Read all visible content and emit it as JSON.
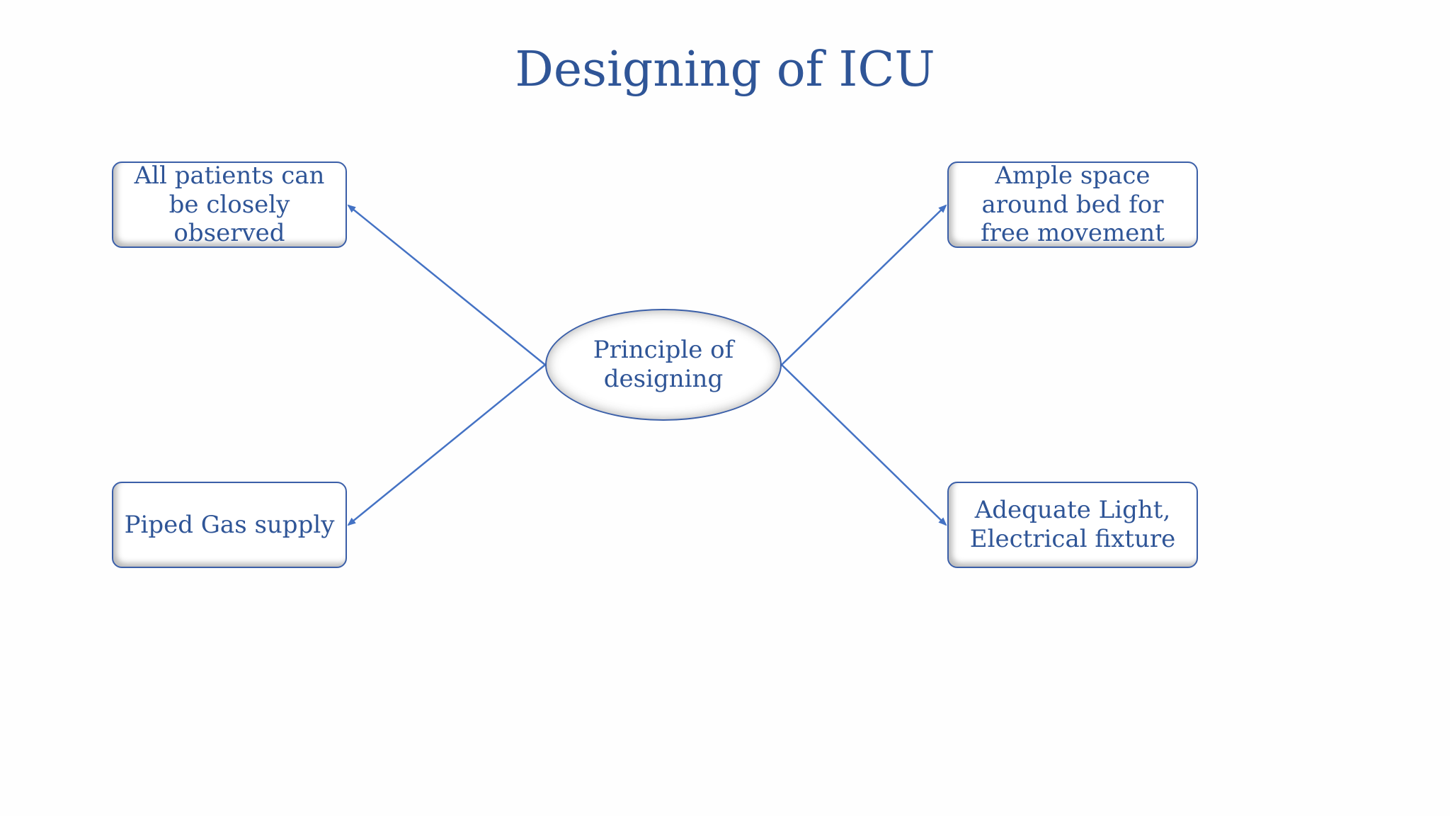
{
  "title": "Designing of ICU",
  "center": {
    "label": "Principle of designing"
  },
  "nodes": {
    "top_left": "All patients can be closely observed",
    "top_right": "Ample space around bed for free movement",
    "bottom_left": "Piped Gas supply",
    "bottom_right": "Adequate Light, Electrical fixture"
  },
  "colors": {
    "text": "#2f5597",
    "border": "#3b5fa8",
    "connector": "#4472c4"
  }
}
